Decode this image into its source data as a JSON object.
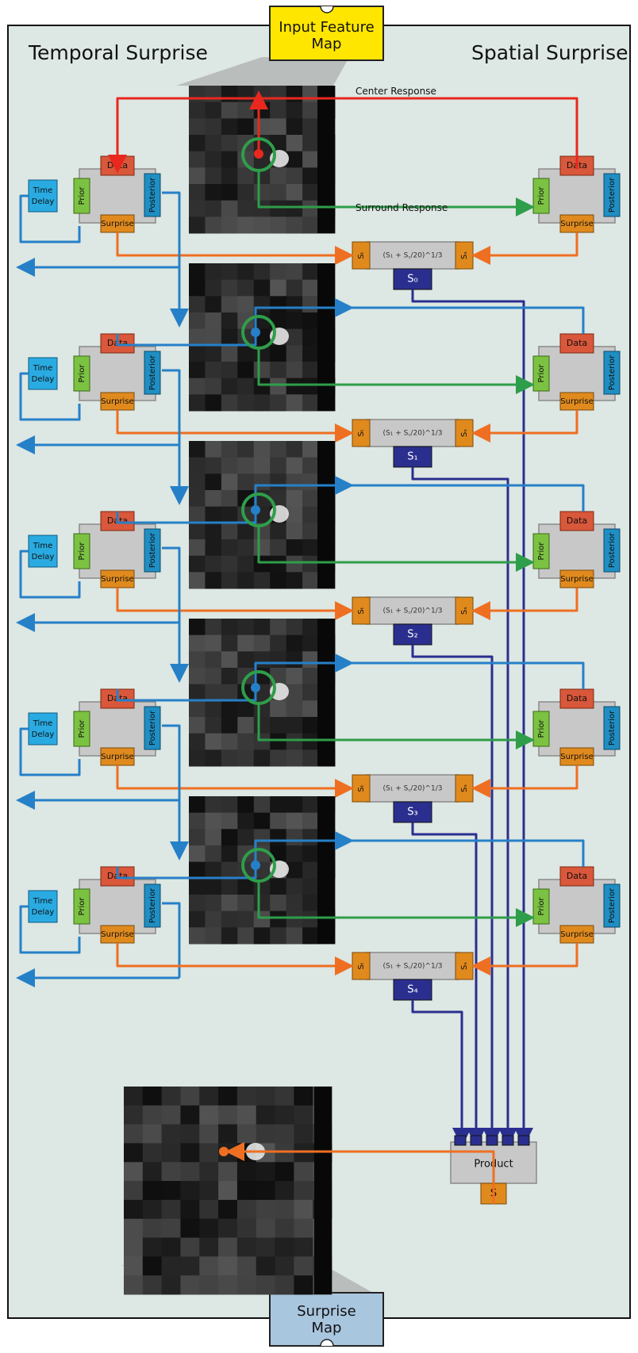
{
  "header": {
    "input_map": {
      "line1": "Input Feature",
      "line2": "Map"
    },
    "temporal_title": "Temporal Surprise",
    "spatial_title": "Spatial Surprise"
  },
  "annotations": {
    "center_response": "Center Response",
    "surround_response": "Surround Response"
  },
  "module_labels": {
    "data": "Data",
    "prior": "Prior",
    "posterior": "Posterior",
    "surprise": "Surprise",
    "time_delay_line1": "Time",
    "time_delay_line2": "Delay"
  },
  "combiner": {
    "formula": "(S₁ + S꜀/20)^1/3",
    "left_port": "Sₜ",
    "right_port": "Sₛ"
  },
  "stages": [
    {
      "output": "S₀"
    },
    {
      "output": "S₁"
    },
    {
      "output": "S₂"
    },
    {
      "output": "S₃"
    },
    {
      "output": "S₄"
    }
  ],
  "product": {
    "label": "Product",
    "output": "S"
  },
  "footer": {
    "surprise_map": {
      "line1": "Surprise",
      "line2": "Map"
    }
  },
  "colors": {
    "frame_bg": "#dde7e3",
    "red": "#e8281e",
    "green": "#2e9e4a",
    "blue": "#2680c8",
    "navy": "#2a2f8f",
    "orange": "#ee6f22",
    "data_box": "#d9573a",
    "prior_box": "#7cc242",
    "posterior_box": "#1f8ec3",
    "surprise_box": "#e08a1e",
    "time_delay_box": "#29abe2",
    "input_map_box": "#ffe600",
    "surprise_map_box": "#a9c6df"
  }
}
